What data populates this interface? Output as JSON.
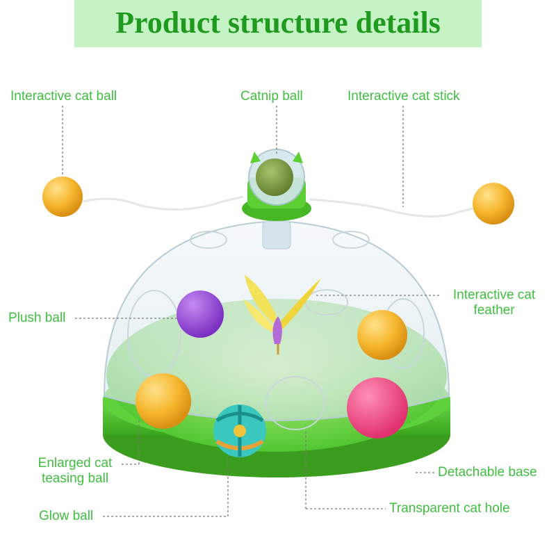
{
  "title": "Product structure details",
  "labels": {
    "interactive_cat_ball": "Interactive cat ball",
    "catnip_ball": "Catnip ball",
    "interactive_cat_stick": "Interactive cat stick",
    "plush_ball": "Plush ball",
    "interactive_cat_feather_line1": "Interactive cat",
    "interactive_cat_feather_line2": "feather",
    "enlarged_cat_teasing_ball_line1": "Enlarged cat",
    "enlarged_cat_teasing_ball_line2": "teasing ball",
    "detachable_base": "Detachable base",
    "glow_ball": "Glow ball",
    "transparent_cat_hole": "Transparent cat hole"
  },
  "colors": {
    "title_text": "#1e9a1e",
    "title_banner": "#c6f3c6",
    "label_text": "#3fbf3f",
    "base_green": "#4cc72b",
    "dome": "#dfeaf0"
  }
}
